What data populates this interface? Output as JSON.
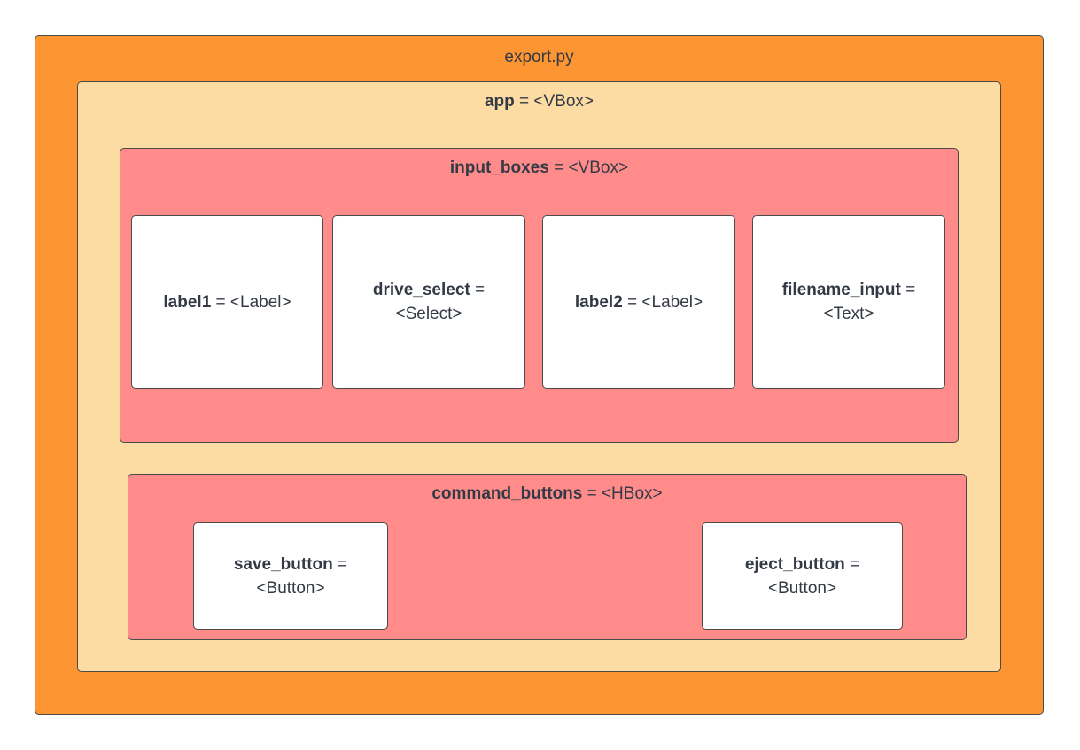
{
  "file": {
    "title": "export.py"
  },
  "app": {
    "name": "app",
    "rest": " = <VBox>"
  },
  "input_boxes": {
    "name": "input_boxes",
    "rest": " = <VBox>",
    "children": [
      {
        "name": "label1",
        "rest": " = <Label>"
      },
      {
        "name": "drive_select",
        "rest": " = <Select>"
      },
      {
        "name": "label2",
        "rest": " = <Label>"
      },
      {
        "name": "filename_input",
        "rest": " = <Text>"
      }
    ]
  },
  "command_buttons": {
    "name": "command_buttons",
    "rest": " = <HBox>",
    "children": [
      {
        "name": "save_button",
        "rest": " = <Button>"
      },
      {
        "name": "eject_button",
        "rest": " = <Button>"
      }
    ]
  },
  "colors": {
    "outer": "#fd9533",
    "app": "#fddca4",
    "group": "#ff8b8b",
    "widget": "#ffffff"
  }
}
